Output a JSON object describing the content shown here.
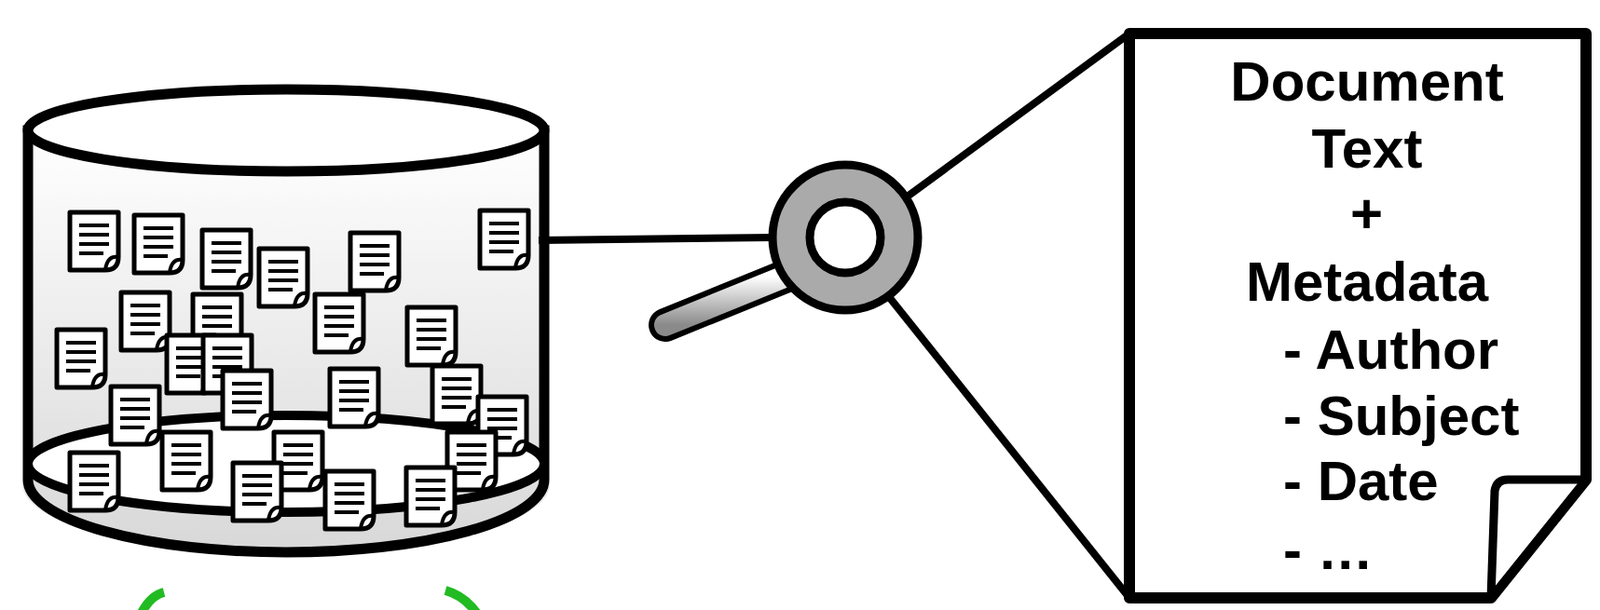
{
  "diagram": {
    "nodes": [
      {
        "text": [
          "Document Text",
          "+",
          "Metadata",
          "- Author",
          "- Subject",
          "- Date",
          "- …"
        ]
      }
    ]
  }
}
